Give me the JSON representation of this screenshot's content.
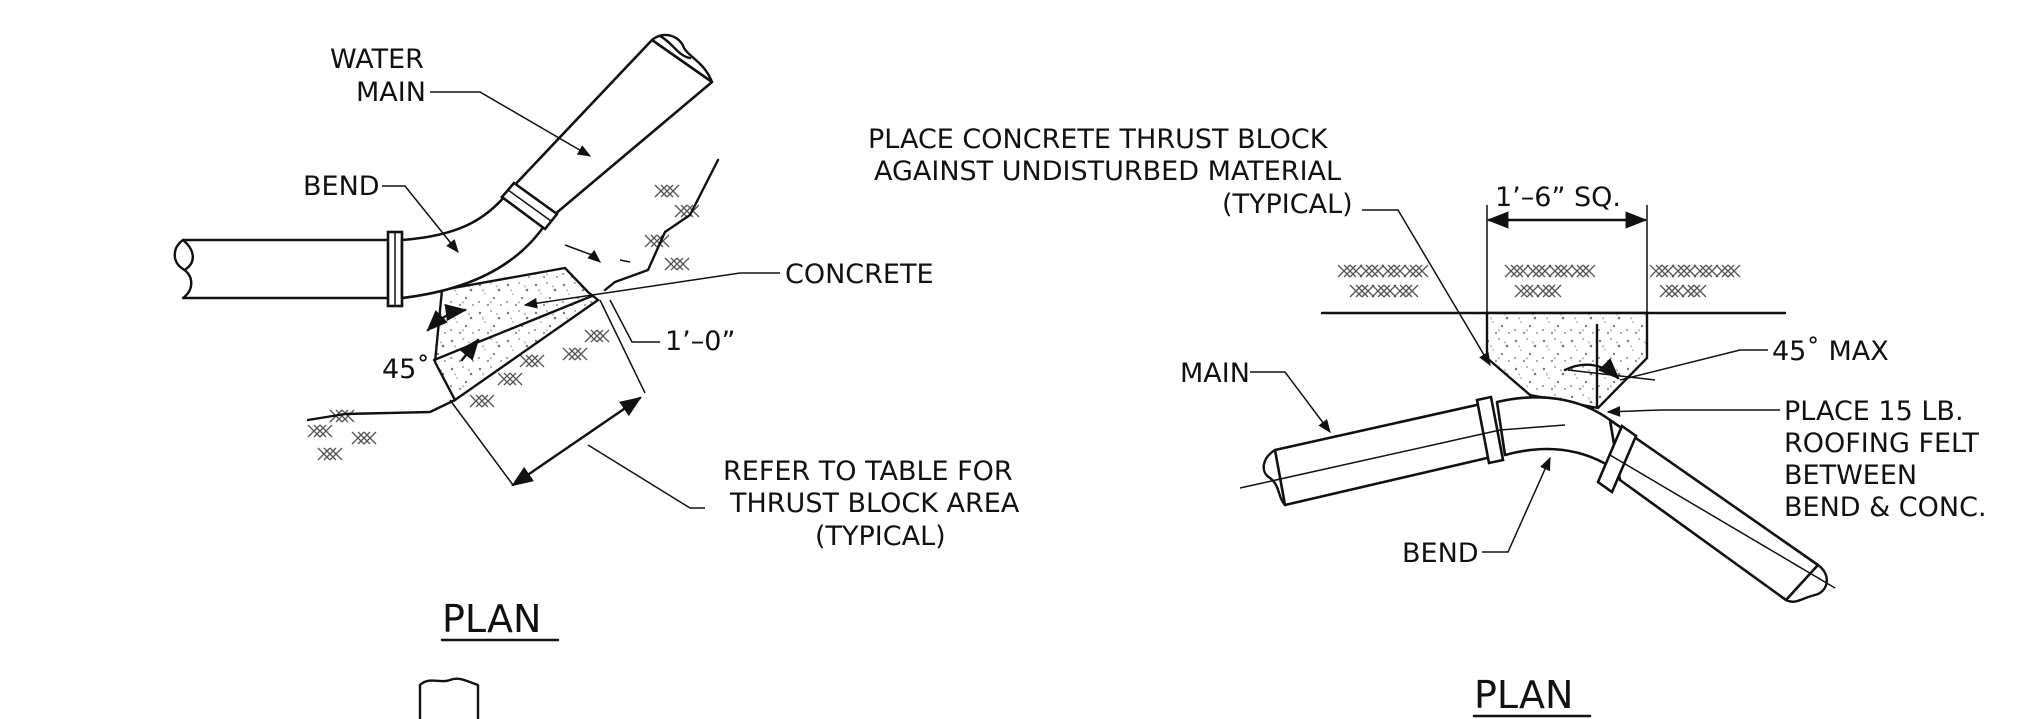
{
  "left_plan": {
    "title": "PLAN",
    "labels": {
      "water_main_1": "WATER",
      "water_main_2": "MAIN",
      "bend": "BEND",
      "concrete": "CONCRETE",
      "dim_1ft": "1’–0”",
      "angle": "45˚",
      "refer_1": "REFER TO TABLE FOR",
      "refer_2": "THRUST BLOCK AREA",
      "refer_3": "(TYPICAL)"
    }
  },
  "right_plan": {
    "title": "PLAN",
    "labels": {
      "place_1": "PLACE CONCRETE THRUST BLOCK",
      "place_2": "AGAINST UNDISTURBED MATERIAL",
      "place_3": "(TYPICAL)",
      "dim_sq": "1’–6” SQ.",
      "max_angle": "45˚ MAX",
      "main": "MAIN",
      "felt_1": "PLACE 15 LB.",
      "felt_2": "ROOFING FELT",
      "felt_3": "BETWEEN",
      "felt_4": "BEND & CONC.",
      "bend": "BEND"
    }
  }
}
